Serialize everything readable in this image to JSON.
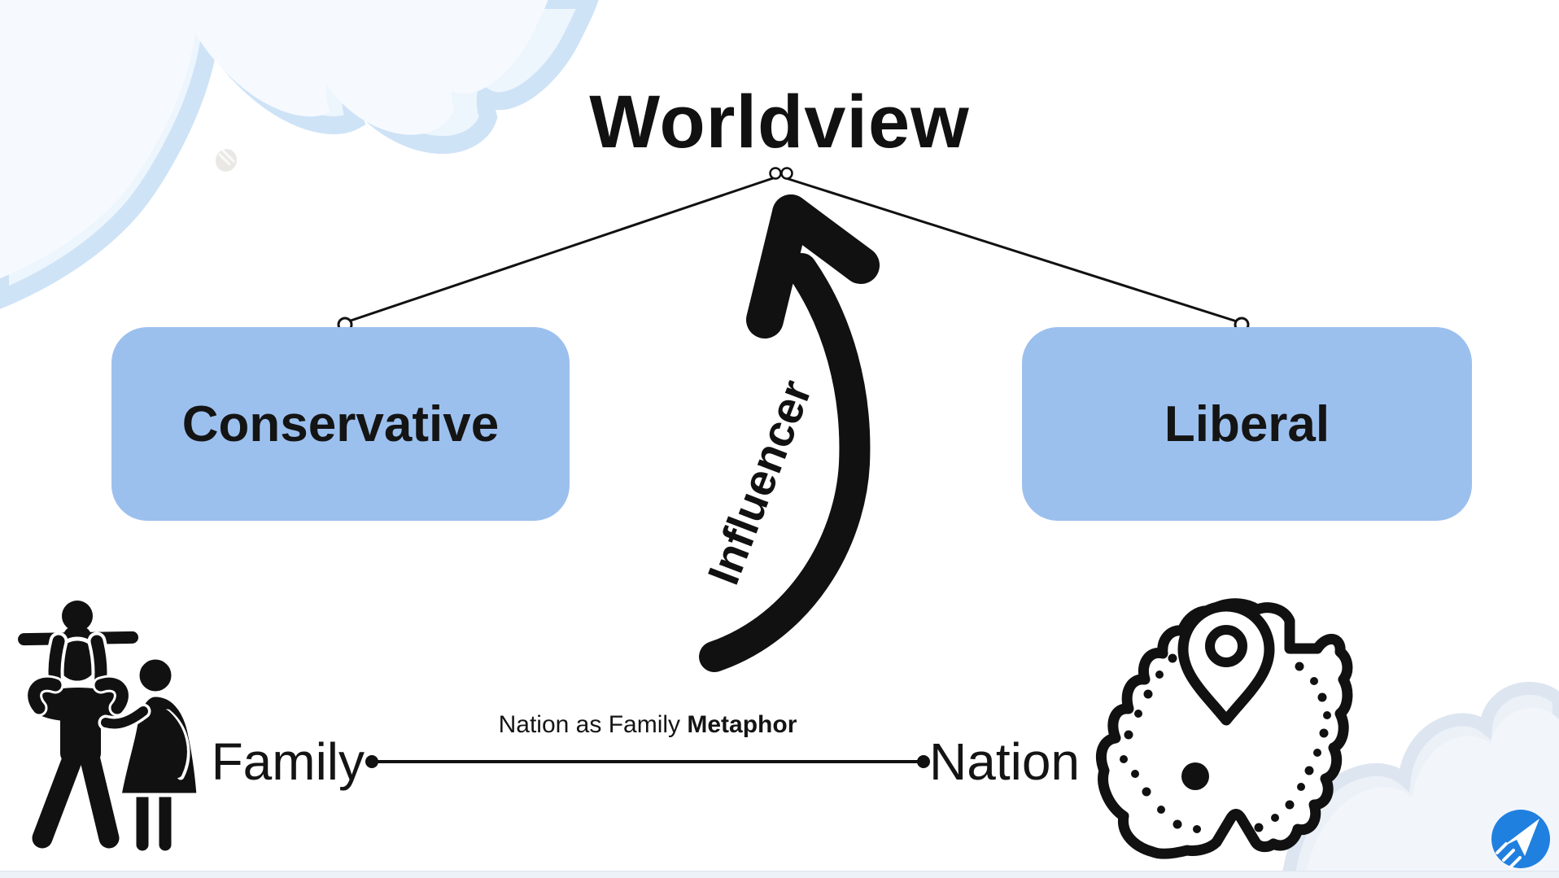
{
  "title": "Worldview",
  "nodes": {
    "left": {
      "label": "Conservative"
    },
    "right": {
      "label": "Liberal"
    }
  },
  "arrow": {
    "label": "Influencer"
  },
  "relation": {
    "left_label": "Family",
    "right_label": "Nation",
    "edge_label_regular": "Nation as Family",
    "edge_label_bold": "Metaphor"
  },
  "icons": {
    "family": "family-pictogram",
    "nation": "nation-map-with-location-pin",
    "logo": "paper-plane-logo",
    "decor": [
      "cloud-top-left",
      "cloud-bottom-right",
      "pebble"
    ]
  },
  "colors": {
    "ink": "#111111",
    "node_fill": "#9cc0ee",
    "node_text": "#141414",
    "cloud_rim": "#cfe3f7",
    "cloud_fill": "#edf5fd",
    "cloud_core": "#f6faff",
    "cloud2_rim": "#dde6f0",
    "cloud2_fill": "#ecf1f8",
    "strip_fill": "#edf2f8",
    "strip_line": "#dee5ee",
    "logo_blue": "#2080df",
    "pebble_fill": "#e9e8e5"
  }
}
